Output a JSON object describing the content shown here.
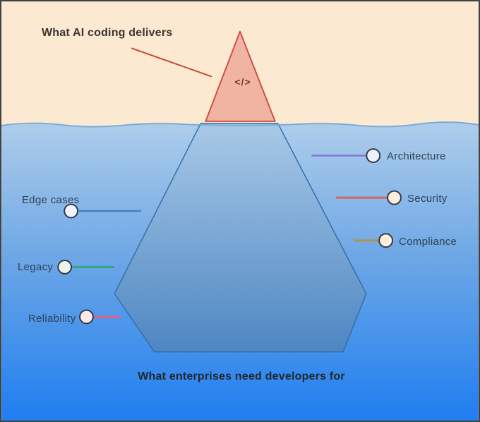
{
  "scene": {
    "top_title": "What AI coding delivers",
    "bottom_caption": "What enterprises need developers for",
    "code_glyph": "</>"
  },
  "labels": {
    "right": [
      {
        "text": "Architecture",
        "line_color": "#8474d8",
        "circle_fill": "#eef0fb"
      },
      {
        "text": "Security",
        "line_color": "#d2685c",
        "circle_fill": "#fdeedd"
      },
      {
        "text": "Compliance",
        "line_color": "#b6914a",
        "circle_fill": "#fdeedd"
      }
    ],
    "left": [
      {
        "text": "Edge cases",
        "line_color": "#4181c2",
        "circle_fill": "#f2f4fd"
      },
      {
        "text": "Legacy",
        "line_color": "#27a372",
        "circle_fill": "#eaf6ec"
      },
      {
        "text": "Reliability",
        "line_color": "#e0607f",
        "circle_fill": "#fbe9f0"
      }
    ]
  },
  "colors": {
    "sky": "#fbe9d2",
    "water_top": "#aecdea",
    "water_bottom": "#1f7ef0",
    "waterline": "#79abd9",
    "iceberg_tip_fill": "#f2b4a2",
    "iceberg_tip_stroke": "#ce5140",
    "iceberg_body_top": "#a9c9e6",
    "iceberg_body_bottom": "#4d86c3",
    "iceberg_body_stroke": "#336fa9",
    "annotation_line": "#c8483a",
    "marker_stroke": "#333a45"
  }
}
